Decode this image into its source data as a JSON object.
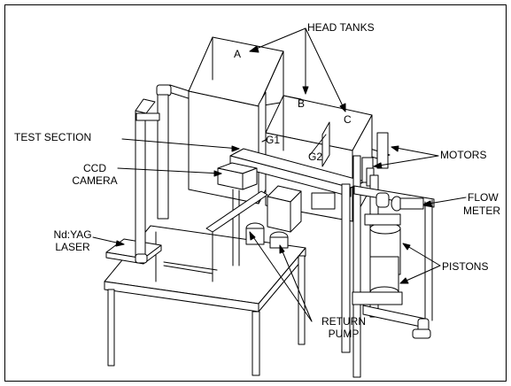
{
  "labels": {
    "head_tanks": "HEAD TANKS",
    "tank_a": "A",
    "tank_b": "B",
    "tank_c": "C",
    "gate_g1": "G1",
    "gate_g2": "G2",
    "test_section": "TEST SECTION",
    "ccd_line1": "CCD",
    "ccd_line2": "CAMERA",
    "motors": "MOTORS",
    "flow_line1": "FLOW",
    "flow_line2": "METER",
    "laser_line1": "Nd:YAG",
    "laser_line2": "LASER",
    "pistons": "PISTONS",
    "return_line1": "RETURN",
    "return_line2": "PUMP"
  },
  "colors": {
    "line": "#000000",
    "background": "#ffffff"
  }
}
